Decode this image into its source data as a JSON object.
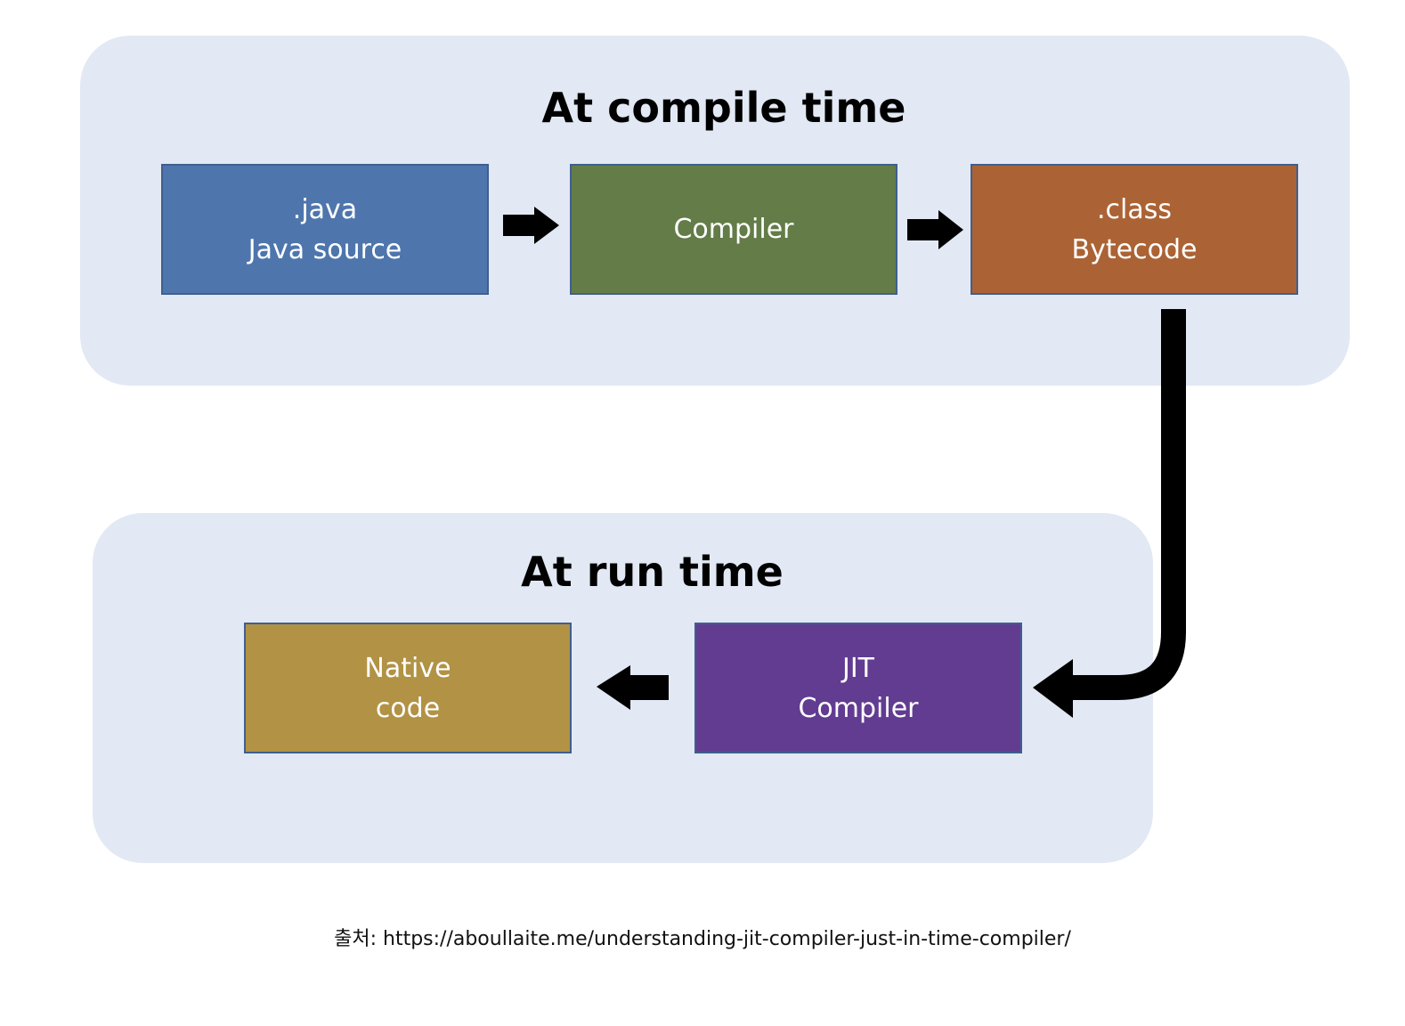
{
  "colors": {
    "panel_background": "#e2e9f4",
    "java_source_box": "#4e76ad",
    "compiler_box": "#637c48",
    "class_box": "#ab6335",
    "native_code_box": "#b29244",
    "jit_compiler_box": "#623c91",
    "arrow": "#000000"
  },
  "compile_panel": {
    "title": "At compile time",
    "boxes": {
      "java": {
        "line1": ".java",
        "line2": "Java source"
      },
      "compiler": {
        "line1": "Compiler"
      },
      "class": {
        "line1": ".class",
        "line2": "Bytecode"
      }
    }
  },
  "run_panel": {
    "title": "At run time",
    "boxes": {
      "native": {
        "line1": "Native",
        "line2": "code"
      },
      "jit": {
        "line1": "JIT",
        "line2": "Compiler"
      }
    }
  },
  "caption": {
    "text": "출처: https://aboullaite.me/understanding-jit-compiler-just-in-time-compiler/"
  },
  "arrows": [
    {
      "from": ".java",
      "to": "Compiler",
      "icon": "arrow-right-icon"
    },
    {
      "from": "Compiler",
      "to": ".class",
      "icon": "arrow-right-icon"
    },
    {
      "from": ".class",
      "to": "JIT Compiler",
      "icon": "arrow-bent-down-left-icon"
    },
    {
      "from": "JIT Compiler",
      "to": "Native code",
      "icon": "arrow-left-icon"
    }
  ]
}
